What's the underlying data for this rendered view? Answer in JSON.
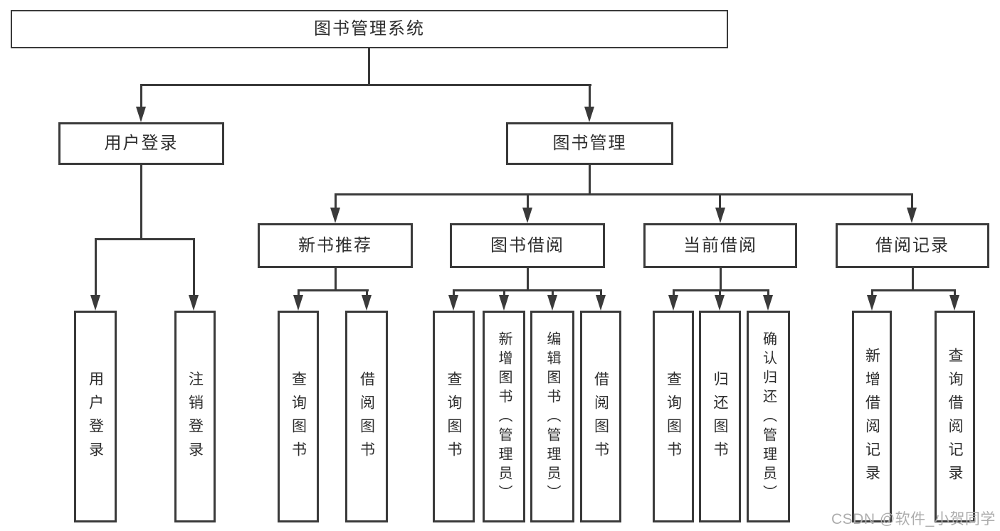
{
  "diagram": {
    "root_label": "图书管理系统",
    "level2": [
      {
        "label": "用户登录"
      },
      {
        "label": "图书管理"
      }
    ],
    "level3": [
      {
        "label": "新书推荐"
      },
      {
        "label": "图书借阅"
      },
      {
        "label": "当前借阅"
      },
      {
        "label": "借阅记录"
      }
    ],
    "leaves": {
      "login": [
        "用户登录",
        "注销登录"
      ],
      "new_book": [
        "查询图书",
        "借阅图书"
      ],
      "book_borrow": [
        "查询图书",
        "新增图书（管理员）",
        "编辑图书（管理员）",
        "借阅图书"
      ],
      "current_borrow": [
        "查询图书",
        "归还图书",
        "确认归还（管理员）"
      ],
      "borrow_records": [
        "新增借阅记录",
        "查询借阅记录"
      ]
    }
  },
  "watermark": "CSDN @软件_小贺同学",
  "colors": {
    "line": "#3a3a3a",
    "text": "#2e2e2e",
    "watermark": "#adadad",
    "background": "#ffffff"
  }
}
